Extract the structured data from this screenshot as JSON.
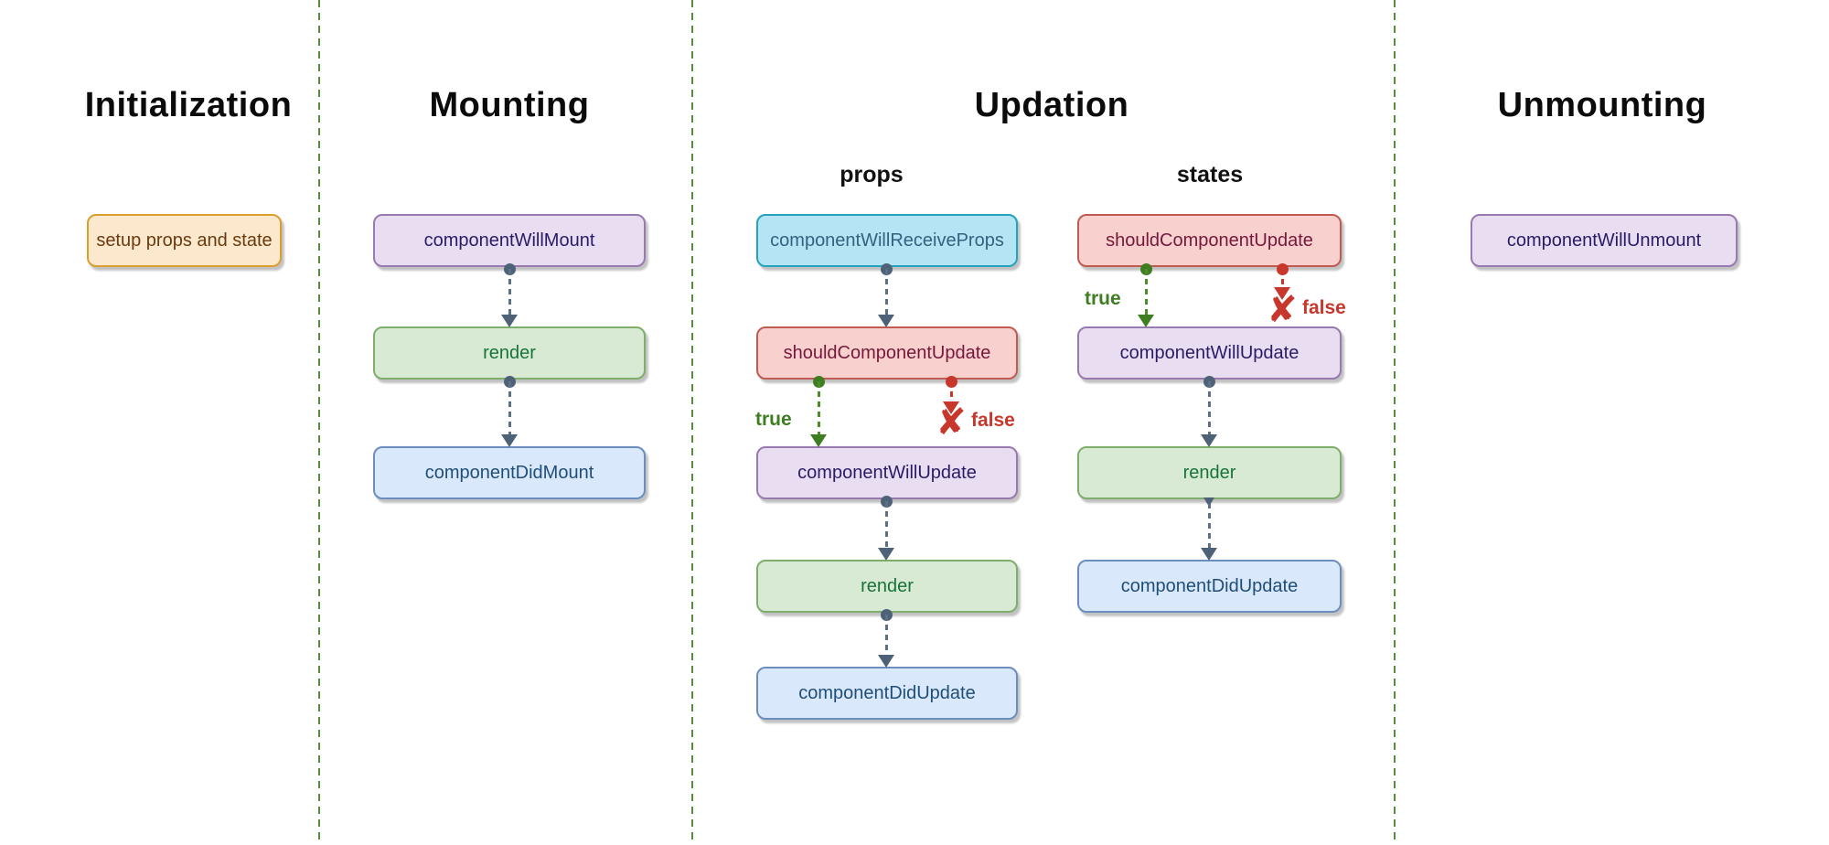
{
  "sections": {
    "initialization": {
      "title": "Initialization"
    },
    "mounting": {
      "title": "Mounting"
    },
    "updation": {
      "title": "Updation",
      "columns": {
        "props": {
          "label": "props"
        },
        "states": {
          "label": "states"
        }
      }
    },
    "unmounting": {
      "title": "Unmounting"
    }
  },
  "boxes": {
    "setup_props_and_state": {
      "label": "setup props and state",
      "color": "orange"
    },
    "component_will_mount": {
      "label": "componentWillMount",
      "color": "purple"
    },
    "mounting_render": {
      "label": "render",
      "color": "green"
    },
    "component_did_mount": {
      "label": "componentDidMount",
      "color": "blue"
    },
    "component_will_receive_props": {
      "label": "componentWillReceiveProps",
      "color": "cyan"
    },
    "props_should_component_update": {
      "label": "shouldComponentUpdate",
      "color": "red"
    },
    "props_component_will_update": {
      "label": "componentWillUpdate",
      "color": "purple"
    },
    "props_render": {
      "label": "render",
      "color": "green"
    },
    "props_component_did_update": {
      "label": "componentDidUpdate",
      "color": "blue"
    },
    "states_should_component_update": {
      "label": "shouldComponentUpdate",
      "color": "red"
    },
    "states_component_will_update": {
      "label": "componentWillUpdate",
      "color": "purple"
    },
    "states_render": {
      "label": "render",
      "color": "green"
    },
    "states_component_did_update": {
      "label": "componentDidUpdate",
      "color": "blue"
    },
    "component_will_unmount": {
      "label": "componentWillUnmount",
      "color": "purple"
    }
  },
  "branches": {
    "true_label": "true",
    "false_label": "false",
    "false_icon": "✘"
  },
  "colors": {
    "orange_fill": "#FCE8CC",
    "orange_stroke": "#D9A02F",
    "orange_text": "#693A10",
    "purple_fill": "#E9DDF1",
    "purple_stroke": "#9879B0",
    "purple_text": "#2C1A66",
    "green_fill": "#D8EAD3",
    "green_stroke": "#7FAE6C",
    "green_text": "#17733A",
    "blue_fill": "#DAE8FC",
    "blue_stroke": "#6C8EBF",
    "blue_text": "#1F4E79",
    "cyan_fill": "#B5E5F5",
    "cyan_stroke": "#25A3BE",
    "cyan_text": "#33617F",
    "red_fill": "#F8D1CE",
    "red_stroke": "#C05B52",
    "red_text": "#76173B",
    "arrow": "#4E6277",
    "true_arrow": "#3F7D22",
    "false_arrow": "#C8372B",
    "separator": "#5B8C3E",
    "background": "#FFFFFF"
  }
}
